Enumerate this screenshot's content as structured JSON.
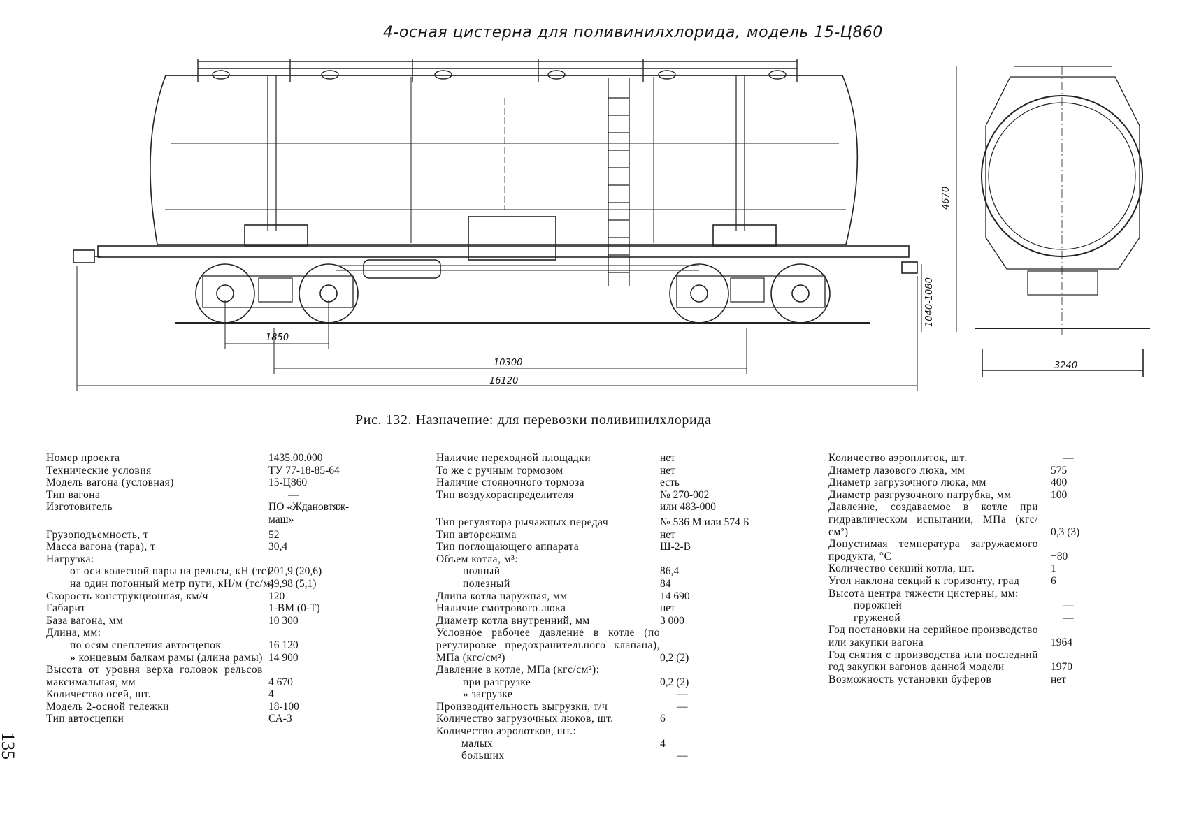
{
  "drawing": {
    "title": "4-осная цистерна для поливинилхлорида,",
    "model_label": "модель 15-Ц860",
    "dims": {
      "bogie_base": "1850",
      "car_base": "10300",
      "length": "16120",
      "height": "4670",
      "coupler_height": "1040-1080",
      "width": "3240"
    }
  },
  "caption": "Рис. 132. Назначение: для перевозки поливинилхлорида",
  "page_number": "135",
  "specs": {
    "col1": [
      {
        "label": "Номер проекта",
        "value": "1435.00.000"
      },
      {
        "label": "Технические условия",
        "value": "ТУ 77-18-85-64"
      },
      {
        "label": "Модель вагона (условная)",
        "value": "15-Ц860"
      },
      {
        "label": "Тип вагона",
        "value": "—"
      },
      {
        "label": "Изготовитель",
        "value": "ПО «Ждановтяж-"
      },
      {
        "label": "",
        "value": "маш»"
      },
      {
        "label": "Грузоподъемность, т",
        "value": "52"
      },
      {
        "label": "Масса вагона (тара), т",
        "value": "30,4"
      },
      {
        "label": "Нагрузка:",
        "value": ""
      },
      {
        "label": "от оси колесной пары на рельсы, кН (тс)",
        "value": "201,9 (20,6)"
      },
      {
        "label": "на один погонный метр пути, кН/м (тс/м)",
        "value": "49,98 (5,1)"
      },
      {
        "label": "Скорость конструкционная, км/ч",
        "value": "120"
      },
      {
        "label": "Габарит",
        "value": "1-ВМ (0-Т)"
      },
      {
        "label": "База вагона, мм",
        "value": "10 300"
      },
      {
        "label": "Длина, мм:",
        "value": ""
      },
      {
        "label": "по осям сцепления автосцепок",
        "value": "16 120"
      },
      {
        "label": "» концевым балкам рамы (длина рамы)",
        "value": "14 900"
      },
      {
        "label": "Высота от уровня верха головок рельсов максимальная, мм",
        "value": "4 670"
      },
      {
        "label": "Количество осей, шт.",
        "value": "4"
      },
      {
        "label": "Модель 2-осной тележки",
        "value": "18-100"
      },
      {
        "label": "Тип автосцепки",
        "value": "СА-3"
      }
    ],
    "col2": [
      {
        "label": "Наличие переходной площадки",
        "value": "нет"
      },
      {
        "label": "То же с ручным тормозом",
        "value": "нет"
      },
      {
        "label": "Наличие стояночного тормоза",
        "value": "есть"
      },
      {
        "label": "Тип воздухораспределителя",
        "value": "№ 270-002"
      },
      {
        "label": "",
        "value": "или 483-000"
      },
      {
        "label": "Тип регулятора рычажных передач",
        "value": "№ 536 М или 574 Б"
      },
      {
        "label": "Тип авторежима",
        "value": "нет"
      },
      {
        "label": "Тип поглощающего аппарата",
        "value": "Ш-2-В"
      },
      {
        "label": "Объем котла, м³:",
        "value": ""
      },
      {
        "label": "полный",
        "value": "86,4"
      },
      {
        "label": "полезный",
        "value": "84"
      },
      {
        "label": "Длина котла наружная, мм",
        "value": "14 690"
      },
      {
        "label": "Наличие смотрового люка",
        "value": "нет"
      },
      {
        "label": "Диаметр котла внутренний, мм",
        "value": "3 000"
      },
      {
        "label": "Условное рабочее давление в котле (по регулировке предохранительного клапана), МПа (кгс/см²)",
        "value": "0,2 (2)"
      },
      {
        "label": "Давление в котле, МПа (кгс/см²):",
        "value": ""
      },
      {
        "label": "при разгрузке",
        "value": "0,2 (2)"
      },
      {
        "label": "» загрузке",
        "value": "—"
      },
      {
        "label": "Производительность выгрузки, т/ч",
        "value": "—"
      },
      {
        "label": "Количество загрузочных люков, шт.",
        "value": "6"
      },
      {
        "label": "Количество аэролотков, шт.:",
        "value": ""
      },
      {
        "label": "малых",
        "value": "4"
      },
      {
        "label": "больших",
        "value": "—"
      }
    ],
    "col3": [
      {
        "label": "Количество аэроплиток, шт.",
        "value": "—"
      },
      {
        "label": "Диаметр лазового люка, мм",
        "value": "575"
      },
      {
        "label": "Диаметр загрузочного люка, мм",
        "value": "400"
      },
      {
        "label": "Диаметр разгрузочного патрубка, мм",
        "value": "100"
      },
      {
        "label": "Давление, создаваемое в котле при гидравлическом испытании, МПа (кгс/см²)",
        "value": "0,3 (3)"
      },
      {
        "label": "Допустимая температура загружаемого продукта, °С",
        "value": "+80"
      },
      {
        "label": "Количество секций котла, шт.",
        "value": "1"
      },
      {
        "label": "Угол наклона секций к горизонту, град",
        "value": "6"
      },
      {
        "label": "Высота центра тяжести цистерны, мм:",
        "value": ""
      },
      {
        "label": "порожней",
        "value": "—"
      },
      {
        "label": "груженой",
        "value": "—"
      },
      {
        "label": "Год постановки на серийное производство или закупки вагона",
        "value": "1964"
      },
      {
        "label": "Год снятия с производства или последний год закупки вагонов данной модели",
        "value": "1970"
      },
      {
        "label": "Возможность установки буферов",
        "value": "нет"
      }
    ]
  }
}
